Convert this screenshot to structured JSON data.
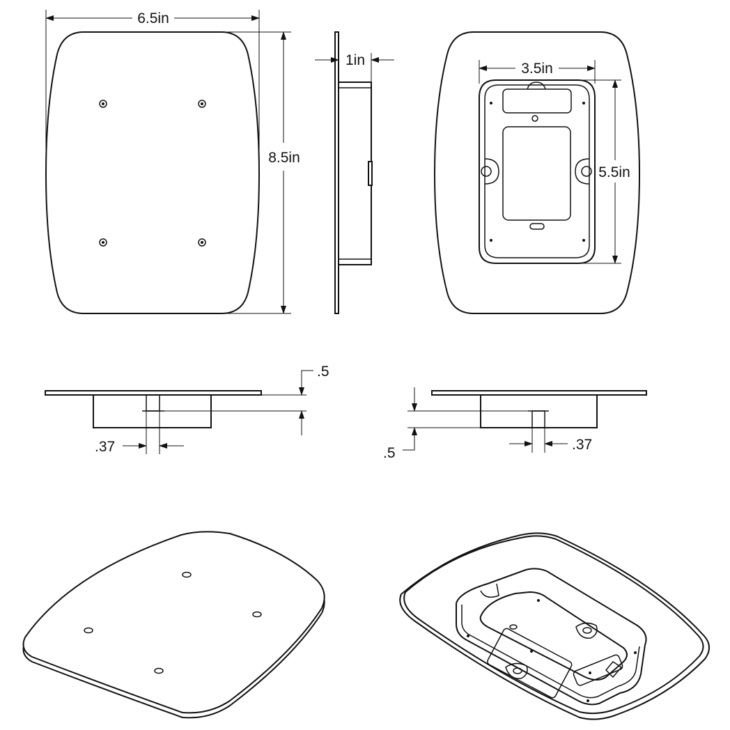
{
  "views": {
    "front": {
      "width_label": "6.5in",
      "height_label": "8.5in"
    },
    "side": {
      "depth_label": "1in"
    },
    "back": {
      "box_width_label": "3.5in",
      "box_height_label": "5.5in"
    },
    "bottom_left": {
      "offset_label": ".5",
      "slot_label": ".37"
    },
    "bottom_right": {
      "offset_label": ".5",
      "slot_label": ".37"
    }
  }
}
